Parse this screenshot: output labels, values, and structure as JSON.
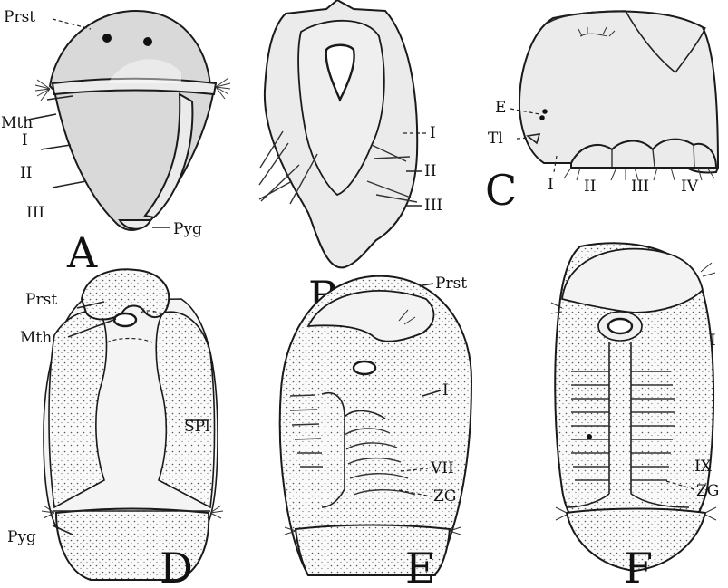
{
  "figures": {
    "A": {
      "letter": "A",
      "labels": {
        "prst": "Prst",
        "mth": "Mth",
        "i": "I",
        "ii": "II",
        "iii": "III",
        "pyg": "Pyg"
      }
    },
    "B": {
      "letter": "B",
      "labels": {
        "i": "I",
        "ii": "II",
        "iii": "III"
      }
    },
    "C": {
      "letter": "C",
      "labels": {
        "e": "E",
        "tl": "Tl",
        "i": "I",
        "ii": "II",
        "iii": "III",
        "iv": "IV"
      }
    },
    "D": {
      "letter": "D",
      "labels": {
        "prst": "Prst",
        "mth": "Mth",
        "spl": "SPl",
        "pyg": "Pyg"
      }
    },
    "E": {
      "letter": "E",
      "labels": {
        "prst": "Prst",
        "i": "I",
        "vii": "VII",
        "zg": "ZG"
      }
    },
    "F": {
      "letter": "F",
      "labels": {
        "i": "I",
        "ix": "IX",
        "zg": "ZG"
      }
    }
  }
}
